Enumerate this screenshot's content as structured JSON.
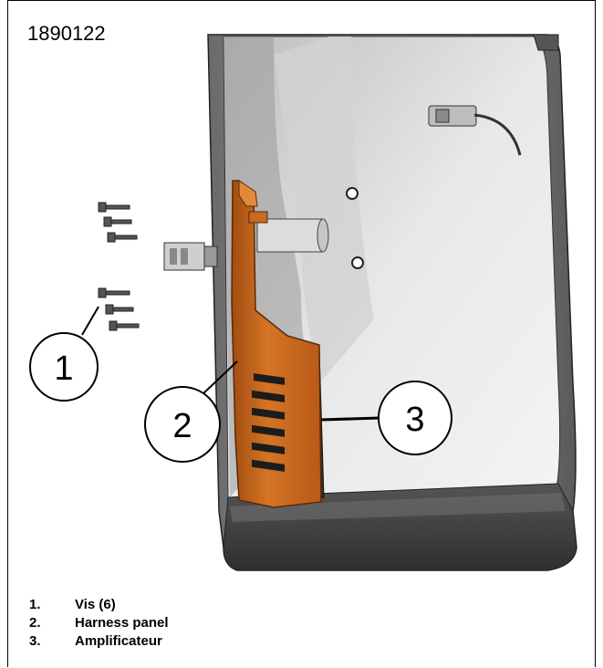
{
  "figure": {
    "id": "1890122",
    "callouts": [
      "1",
      "2",
      "3"
    ]
  },
  "legend": [
    {
      "num": "1.",
      "text": "Vis (6)"
    },
    {
      "num": "2.",
      "text": "Harness panel"
    },
    {
      "num": "3.",
      "text": "Amplificateur"
    }
  ],
  "colors": {
    "panel": "#c8661e",
    "housing_dark": "#3c3c3c",
    "housing_light": "#e6e6e6"
  }
}
